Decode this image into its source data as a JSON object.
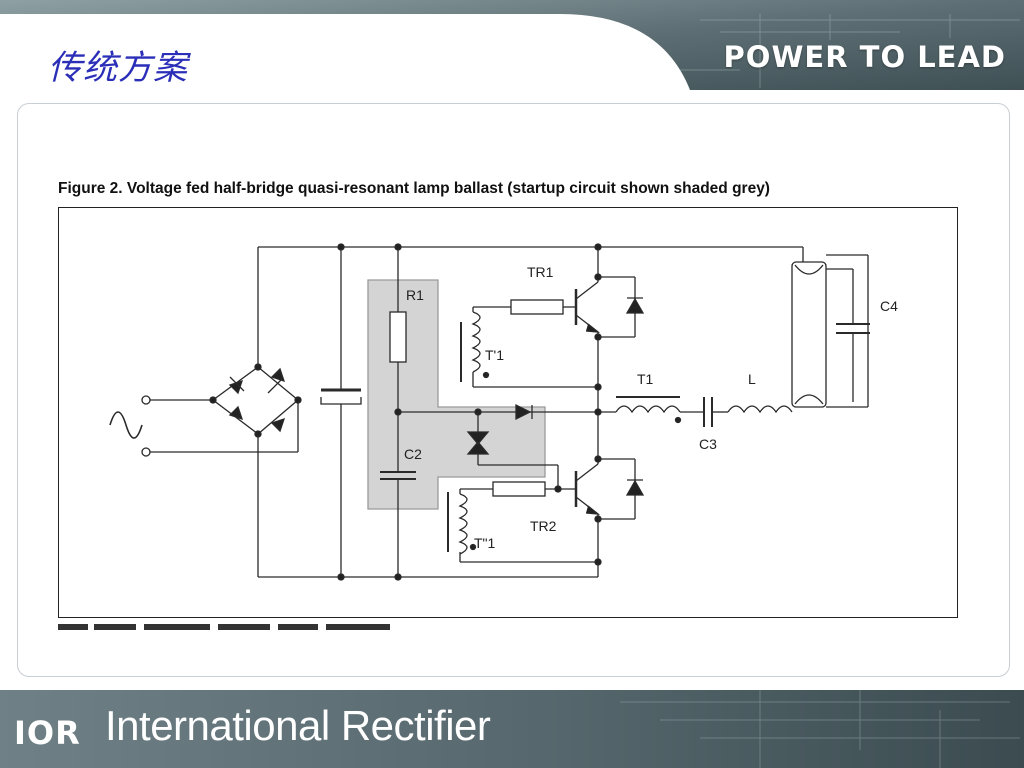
{
  "slide": {
    "title": "传统方案",
    "tagline": "POWER TO LEAD"
  },
  "figure": {
    "caption": "Figure 2. Voltage fed half-bridge quasi-resonant lamp ballast (startup circuit shown shaded grey)",
    "labels": {
      "tr1": "TR1",
      "tr2": "TR2",
      "r1": "R1",
      "c2": "C2",
      "c3": "C3",
      "c4": "C4",
      "t1": "T1",
      "l": "L",
      "t1_primary": "T'1",
      "t1_secondary": "T\"1"
    }
  },
  "footer": {
    "logo_text": "IOR",
    "company": "International Rectifier"
  },
  "colors": {
    "title": "#2b2fb8",
    "shade": "#d4d4d4",
    "band": "#5a6e74"
  }
}
